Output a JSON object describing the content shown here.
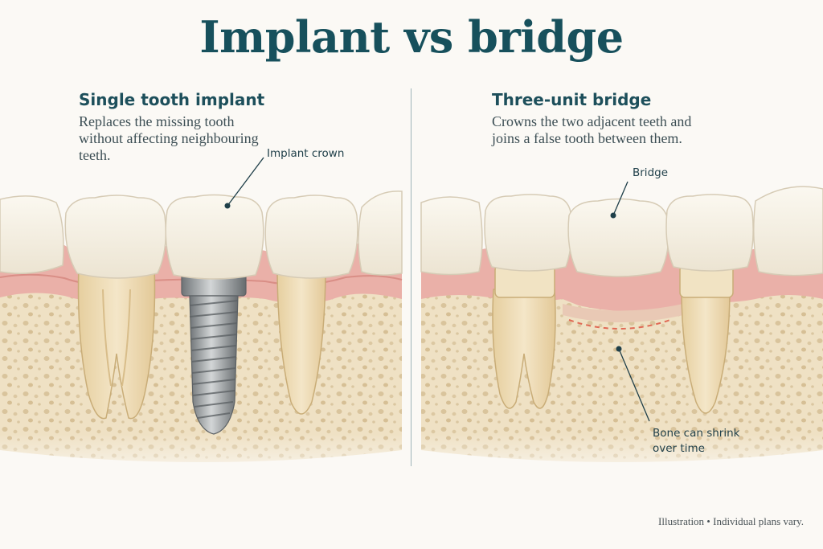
{
  "title": "Implant vs bridge",
  "panels": [
    {
      "heading": "Single tooth implant",
      "description": "Replaces the missing tooth without affecting neighbouring teeth.",
      "callouts": [
        "Implant crown"
      ]
    },
    {
      "heading": "Three-unit bridge",
      "description": "Crowns the two adjacent teeth and joins a false tooth between them.",
      "callouts": [
        "Bridge",
        "Bone can shrink over time"
      ]
    }
  ],
  "footer": "Illustration • Individual plans vary.",
  "colors": {
    "title": "#17505c",
    "bone": "#efe0c2",
    "gum": "#e8a9a2",
    "enamel": "#f4efe3",
    "root": "#ecd9b0",
    "metal": "#9aa0a3",
    "warning_dash": "#e06a55"
  }
}
